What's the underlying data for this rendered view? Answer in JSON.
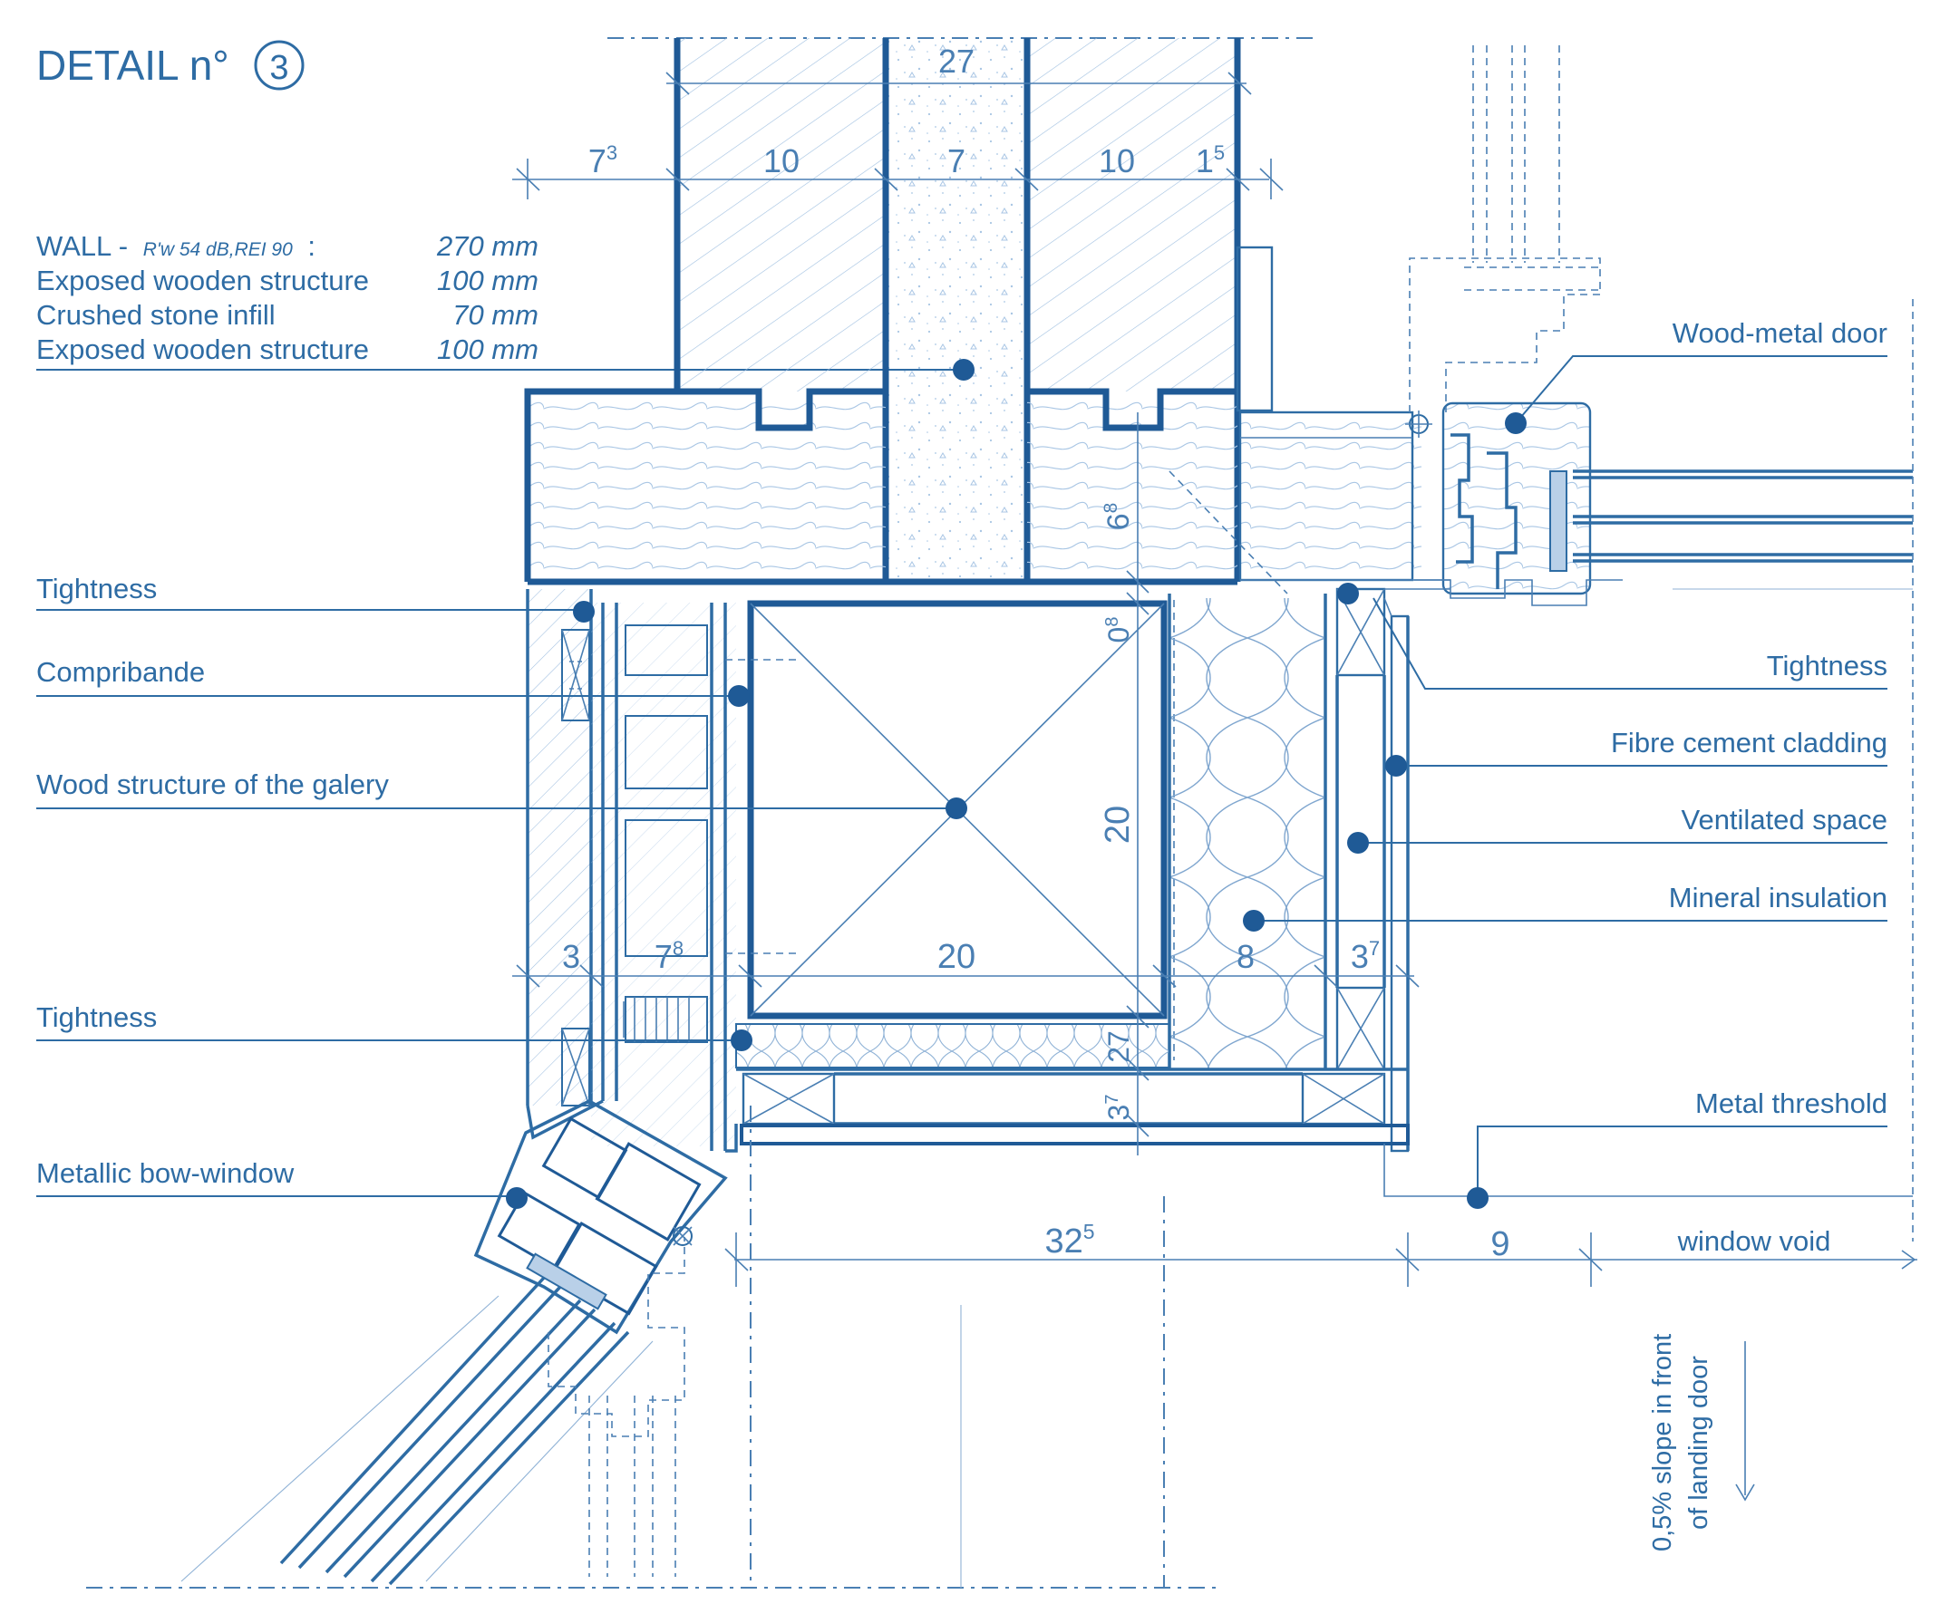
{
  "title": {
    "text": "DETAIL n°",
    "number": "3"
  },
  "wall_spec": {
    "heading": "WALL -",
    "heading_note": "R'w 54 dB,REI 90",
    "heading_colon": ":",
    "heading_value": "270 mm",
    "rows": [
      {
        "label": "Exposed wooden structure",
        "value": "100 mm"
      },
      {
        "label": "Crushed stone infill",
        "value": "70 mm"
      },
      {
        "label": "Exposed wooden structure",
        "value": "100 mm"
      }
    ]
  },
  "labels": {
    "tightness_1": "Tightness",
    "compribande": "Compribande",
    "wood_structure_galery": "Wood structure of the galery",
    "tightness_2": "Tightness",
    "metallic_bow_window": "Metallic bow-window",
    "wood_metal_door": "Wood-metal door",
    "tightness_3": "Tightness",
    "fibre_cement_cladding": "Fibre cement cladding",
    "ventilated_space": "Ventilated space",
    "mineral_insulation": "Mineral insulation",
    "metal_threshold": "Metal threshold",
    "window_void": "window void",
    "slope_line1": "0,5% slope in front",
    "slope_line2": "of landing door"
  },
  "dimensions": {
    "wall_total": "27",
    "d_7_3": {
      "base": "7",
      "sup": "3"
    },
    "d_10a": "10",
    "d_7": "7",
    "d_10b": "10",
    "d_1_5": {
      "base": "1",
      "sup": "5"
    },
    "d_6_8": {
      "base": "6",
      "sup": "8"
    },
    "d_0_8": {
      "base": "0",
      "sup": "8"
    },
    "d_20_v": "20",
    "d_20_h": "20",
    "d_3": "3",
    "d_7_8": {
      "base": "7",
      "sup": "8"
    },
    "d_8": "8",
    "d_3_7a": {
      "base": "3",
      "sup": "7"
    },
    "d_27_v": "27",
    "d_3_7b": {
      "base": "3",
      "sup": "7"
    },
    "d_32_5": {
      "base": "32",
      "sup": "5"
    },
    "d_9": "9"
  },
  "colors": {
    "line": "#1f5a96",
    "text": "#2e6ca4",
    "light": "#8fb2d6",
    "background": "#ffffff"
  }
}
